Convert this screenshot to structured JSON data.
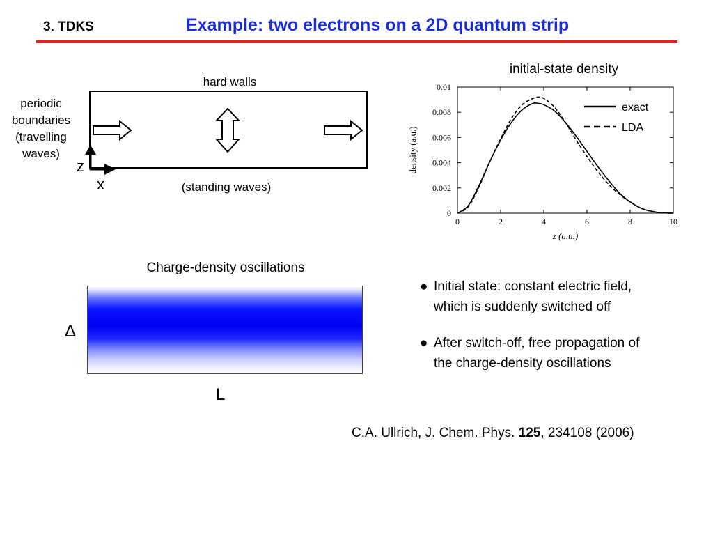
{
  "header": {
    "section": "3. TDKS",
    "title": "Example: two electrons on a 2D quantum strip"
  },
  "diagram": {
    "periodic_lines": [
      "periodic",
      "boundaries",
      "(travelling",
      "waves)"
    ],
    "hard_walls": "hard walls",
    "standing_waves": "(standing waves)",
    "z_axis": "z",
    "x_axis": "x"
  },
  "oscillations": {
    "title": "Charge-density oscillations",
    "delta": "Δ",
    "length": "L"
  },
  "bullets": [
    {
      "marker": "●",
      "line1": "Initial state: constant electric field,",
      "line2": "which is suddenly switched off"
    },
    {
      "marker": "●",
      "line1": "After switch-off, free propagation of",
      "line2": "the charge-density oscillations"
    }
  ],
  "citation": {
    "text_before": "C.A. Ullrich, J. Chem. Phys. ",
    "volume": "125",
    "text_after": ", 234108 (2006)"
  },
  "chart_data": {
    "type": "line",
    "title": "initial-state density",
    "xlabel": "z (a.u.)",
    "ylabel": "density (a.u.)",
    "xlim": [
      0,
      10
    ],
    "ylim": [
      0,
      0.01
    ],
    "xticks": [
      0,
      2,
      4,
      6,
      8,
      10
    ],
    "yticks": [
      0,
      0.002,
      0.004,
      0.006,
      0.008,
      0.01
    ],
    "xtick_labels": [
      "0",
      "2",
      "4",
      "6",
      "8",
      "10"
    ],
    "ytick_labels": [
      "0",
      "0.002",
      "0.004",
      "0.006",
      "0.008",
      "0.01"
    ],
    "legend_position": "top-right",
    "series": [
      {
        "name": "exact",
        "style": "solid",
        "x": [
          0,
          0.5,
          1,
          1.5,
          2,
          2.5,
          3,
          3.5,
          3.75,
          4,
          4.5,
          5,
          5.5,
          6,
          6.5,
          7,
          7.5,
          8,
          8.5,
          9,
          9.5,
          10
        ],
        "y": [
          0,
          0.0006,
          0.0022,
          0.0041,
          0.0058,
          0.0072,
          0.0082,
          0.0087,
          0.0087,
          0.0086,
          0.0081,
          0.0072,
          0.0061,
          0.0049,
          0.0037,
          0.0026,
          0.0016,
          0.0009,
          0.0004,
          0.00015,
          3e-05,
          0
        ]
      },
      {
        "name": "LDA",
        "style": "dashed",
        "x": [
          0,
          0.5,
          1,
          1.5,
          2,
          2.5,
          3,
          3.5,
          3.75,
          4,
          4.5,
          5,
          5.5,
          6,
          6.5,
          7,
          7.5,
          8,
          8.5,
          9,
          9.5,
          10
        ],
        "y": [
          0,
          0.0005,
          0.0021,
          0.0041,
          0.0059,
          0.0075,
          0.0086,
          0.0091,
          0.0092,
          0.0091,
          0.0084,
          0.0072,
          0.0058,
          0.0045,
          0.0033,
          0.0023,
          0.0015,
          0.0009,
          0.0004,
          0.00013,
          2e-05,
          0
        ]
      }
    ]
  }
}
